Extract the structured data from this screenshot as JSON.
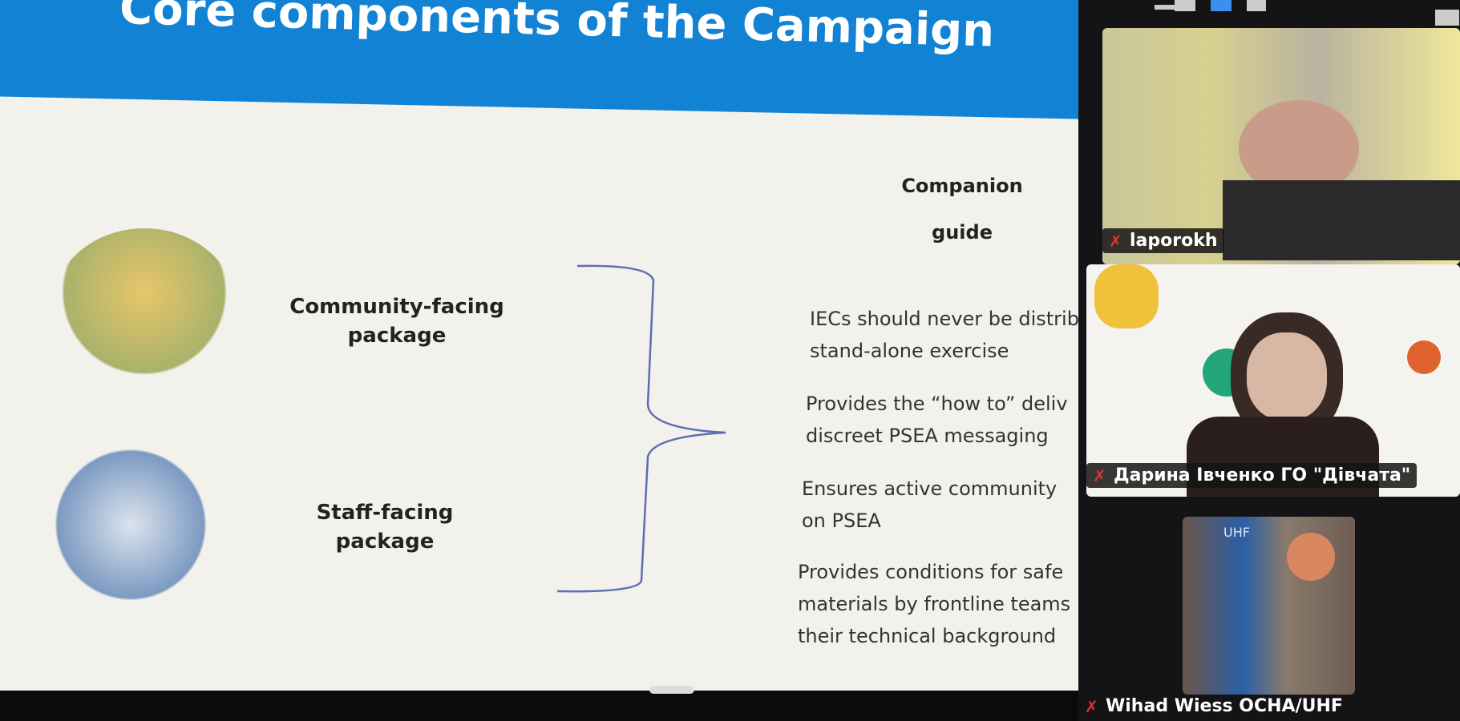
{
  "slide": {
    "title": "Core components of the Campaign",
    "companion_guide": [
      "Companion",
      "guide"
    ],
    "community_package": [
      "Community-facing",
      "package"
    ],
    "staff_package": [
      "Staff-facing",
      "package"
    ],
    "bullets": [
      [
        "IECs should never be distrib",
        "stand-alone exercise"
      ],
      [
        "Provides the “how to” deliv",
        "discreet PSEA messaging"
      ],
      [
        "Ensures active community",
        "on PSEA"
      ],
      [
        "Provides conditions for safe",
        "materials by frontline teams",
        "their technical background"
      ]
    ]
  },
  "participants": [
    {
      "name": "laporokh",
      "muted": true
    },
    {
      "name": "Дарина Івченко ГО \"Дівчата\"",
      "muted": true
    },
    {
      "name": "Wihad Wiess OCHA/UHF",
      "muted": true
    }
  ],
  "tile3_overlay": "UHF",
  "colors": {
    "blue": "#1283d4",
    "mute": "#e0342f"
  }
}
